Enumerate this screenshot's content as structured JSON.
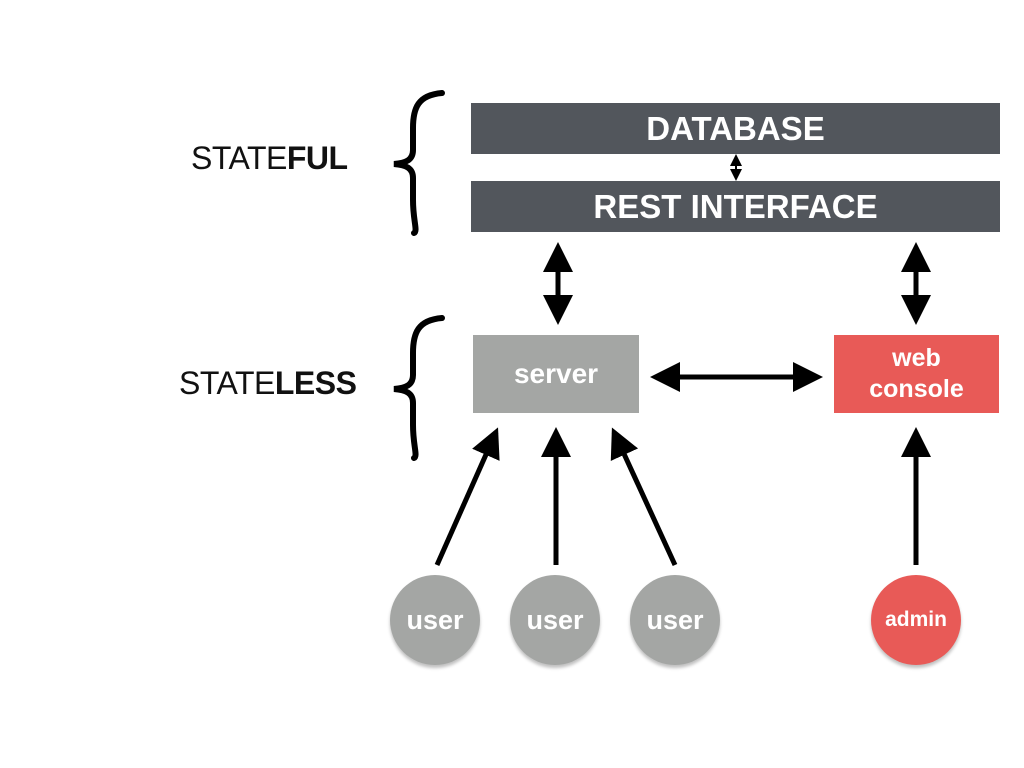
{
  "layers": {
    "stateful": {
      "prefix": "STATE",
      "suffix": "FUL"
    },
    "stateless": {
      "prefix": "STATE",
      "suffix": "LESS"
    }
  },
  "components": {
    "database": "DATABASE",
    "rest_interface": "REST INTERFACE",
    "server": "server",
    "web_console": "web\nconsole"
  },
  "clients": {
    "users": [
      "user",
      "user",
      "user"
    ],
    "admin": "admin"
  },
  "colors": {
    "dark_bar": "#52565c",
    "server": "#a4a6a4",
    "user": "#a4a6a4",
    "accent_red": "#e85a57",
    "arrow": "#000000"
  }
}
